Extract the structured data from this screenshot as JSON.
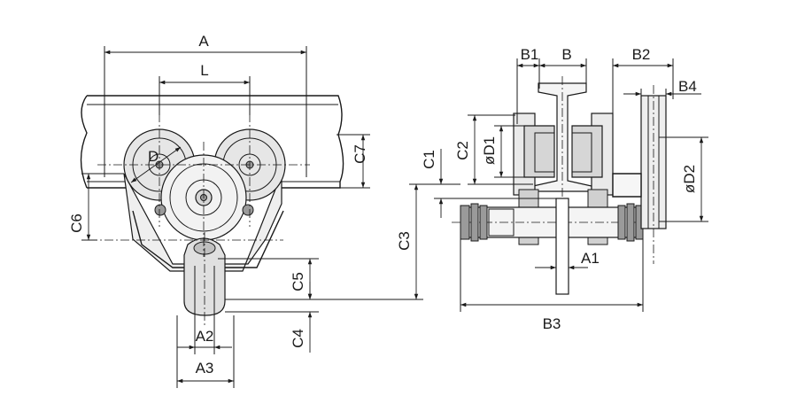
{
  "labels": {
    "A": "A",
    "L": "L",
    "D": "D",
    "C7": "C7",
    "C6": "C6",
    "C3": "C3",
    "C5": "C5",
    "C4": "C4",
    "A2": "A2",
    "A3": "A3",
    "B1": "B1",
    "B": "B",
    "B2": "B2",
    "B4": "B4",
    "C1": "C1",
    "C2": "C2",
    "D1": "øD1",
    "D2": "øD2",
    "A1": "A1",
    "B3": "B3"
  },
  "colors": {
    "line": "#1a1a1a",
    "shade": "#d6d6d6",
    "background": "#ffffff"
  }
}
